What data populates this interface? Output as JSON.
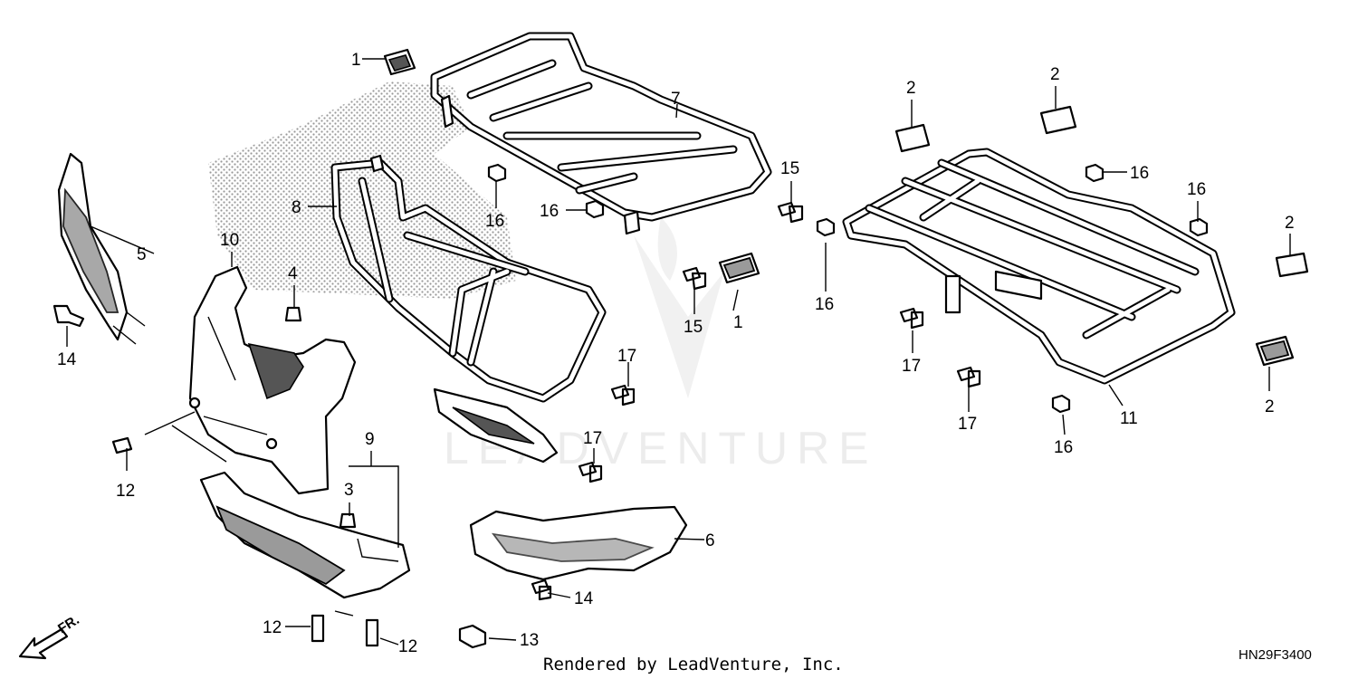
{
  "watermark": "LEADVENTURE",
  "front_indicator": "FR.",
  "footer": {
    "rendered_by": "Rendered by LeadVenture, Inc.",
    "diagram_code": "HN29F3400"
  },
  "callouts": [
    {
      "id": "c1a",
      "label": "1"
    },
    {
      "id": "c1b",
      "label": "1"
    },
    {
      "id": "c2a",
      "label": "2"
    },
    {
      "id": "c2b",
      "label": "2"
    },
    {
      "id": "c2c",
      "label": "2"
    },
    {
      "id": "c2d",
      "label": "2"
    },
    {
      "id": "c3",
      "label": "3"
    },
    {
      "id": "c4",
      "label": "4"
    },
    {
      "id": "c5",
      "label": "5"
    },
    {
      "id": "c6",
      "label": "6"
    },
    {
      "id": "c7",
      "label": "7"
    },
    {
      "id": "c8",
      "label": "8"
    },
    {
      "id": "c9",
      "label": "9"
    },
    {
      "id": "c10",
      "label": "10"
    },
    {
      "id": "c11",
      "label": "11"
    },
    {
      "id": "c12a",
      "label": "12"
    },
    {
      "id": "c12b",
      "label": "12"
    },
    {
      "id": "c12c",
      "label": "12"
    },
    {
      "id": "c13",
      "label": "13"
    },
    {
      "id": "c14a",
      "label": "14"
    },
    {
      "id": "c14b",
      "label": "14"
    },
    {
      "id": "c15a",
      "label": "15"
    },
    {
      "id": "c15b",
      "label": "15"
    },
    {
      "id": "c16a",
      "label": "16"
    },
    {
      "id": "c16b",
      "label": "16"
    },
    {
      "id": "c16c",
      "label": "16"
    },
    {
      "id": "c16d",
      "label": "16"
    },
    {
      "id": "c16e",
      "label": "16"
    },
    {
      "id": "c16f",
      "label": "16"
    },
    {
      "id": "c17a",
      "label": "17"
    },
    {
      "id": "c17b",
      "label": "17"
    },
    {
      "id": "c17c",
      "label": "17"
    },
    {
      "id": "c17d",
      "label": "17"
    }
  ]
}
